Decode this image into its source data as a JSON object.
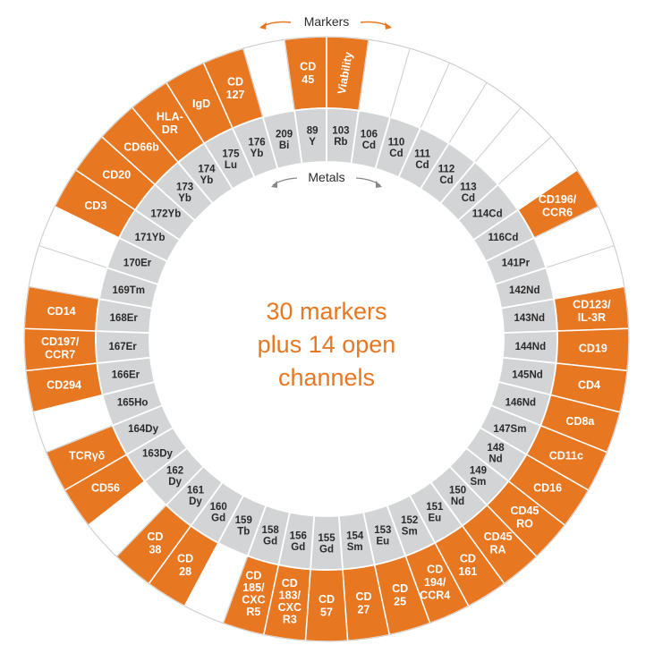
{
  "header": {
    "markers": "Markers",
    "metals": "Metals"
  },
  "center": [
    "30 markers",
    "plus 14 open",
    "channels"
  ],
  "colors": {
    "accent": "#e87722",
    "metal_ring": "#d3d4d6",
    "open_cell": "#ffffff",
    "divider": "#ffffff"
  },
  "segments": [
    {
      "metal": [
        "89",
        "Y"
      ],
      "marker": [
        "CD",
        "45"
      ]
    },
    {
      "metal": [
        "103",
        "Rb"
      ],
      "marker": [
        "Viability"
      ],
      "vertical": true
    },
    {
      "metal": [
        "106",
        "Cd"
      ],
      "marker": null
    },
    {
      "metal": [
        "110",
        "Cd"
      ],
      "marker": null
    },
    {
      "metal": [
        "111",
        "Cd"
      ],
      "marker": null
    },
    {
      "metal": [
        "112",
        "Cd"
      ],
      "marker": null
    },
    {
      "metal": [
        "113",
        "Cd"
      ],
      "marker": null
    },
    {
      "metal": [
        "114Cd"
      ],
      "marker": null
    },
    {
      "metal": [
        "116Cd"
      ],
      "marker": [
        "CD196/",
        "CCR6"
      ]
    },
    {
      "metal": [
        "141Pr"
      ],
      "marker": null
    },
    {
      "metal": [
        "142Nd"
      ],
      "marker": null
    },
    {
      "metal": [
        "143Nd"
      ],
      "marker": [
        "CD123/",
        "IL-3R"
      ]
    },
    {
      "metal": [
        "144Nd"
      ],
      "marker": [
        "CD19"
      ]
    },
    {
      "metal": [
        "145Nd"
      ],
      "marker": [
        "CD4"
      ]
    },
    {
      "metal": [
        "146Nd"
      ],
      "marker": [
        "CD8a"
      ]
    },
    {
      "metal": [
        "147Sm"
      ],
      "marker": [
        "CD11c"
      ]
    },
    {
      "metal": [
        "148",
        "Nd"
      ],
      "marker": [
        "CD16"
      ]
    },
    {
      "metal": [
        "149",
        "Sm"
      ],
      "marker": [
        "CD45",
        "RO"
      ]
    },
    {
      "metal": [
        "150",
        "Nd"
      ],
      "marker": [
        "CD45",
        "RA"
      ]
    },
    {
      "metal": [
        "151",
        "Eu"
      ],
      "marker": [
        "CD",
        "161"
      ]
    },
    {
      "metal": [
        "152",
        "Sm"
      ],
      "marker": [
        "CD",
        "194/",
        "CCR4"
      ]
    },
    {
      "metal": [
        "153",
        "Eu"
      ],
      "marker": [
        "CD",
        "25"
      ]
    },
    {
      "metal": [
        "154",
        "Sm"
      ],
      "marker": [
        "CD",
        "27"
      ]
    },
    {
      "metal": [
        "155",
        "Gd"
      ],
      "marker": [
        "CD",
        "57"
      ]
    },
    {
      "metal": [
        "156",
        "Gd"
      ],
      "marker": [
        "CD",
        "183/",
        "CXC",
        "R3"
      ]
    },
    {
      "metal": [
        "158",
        "Gd"
      ],
      "marker": [
        "CD",
        "185/",
        "CXC",
        "R5"
      ]
    },
    {
      "metal": [
        "159",
        "Tb"
      ],
      "marker": null
    },
    {
      "metal": [
        "160",
        "Gd"
      ],
      "marker": [
        "CD",
        "28"
      ]
    },
    {
      "metal": [
        "161",
        "Dy"
      ],
      "marker": [
        "CD",
        "38"
      ]
    },
    {
      "metal": [
        "162",
        "Dy"
      ],
      "marker": null
    },
    {
      "metal": [
        "163Dy"
      ],
      "marker": [
        "CD56"
      ]
    },
    {
      "metal": [
        "164Dy"
      ],
      "marker": [
        "TCRγδ"
      ]
    },
    {
      "metal": [
        "165Ho"
      ],
      "marker": null
    },
    {
      "metal": [
        "166Er"
      ],
      "marker": [
        "CD294"
      ]
    },
    {
      "metal": [
        "167Er"
      ],
      "marker": [
        "CD197/",
        "CCR7"
      ]
    },
    {
      "metal": [
        "168Er"
      ],
      "marker": [
        "CD14"
      ]
    },
    {
      "metal": [
        "169Tm"
      ],
      "marker": null
    },
    {
      "metal": [
        "170Er"
      ],
      "marker": null
    },
    {
      "metal": [
        "171Yb"
      ],
      "marker": [
        "CD3"
      ]
    },
    {
      "metal": [
        "172Yb"
      ],
      "marker": [
        "CD20"
      ]
    },
    {
      "metal": [
        "173",
        "Yb"
      ],
      "marker": [
        "CD66b"
      ]
    },
    {
      "metal": [
        "174",
        "Yb"
      ],
      "marker": [
        "HLA-",
        "DR"
      ]
    },
    {
      "metal": [
        "175",
        "Lu"
      ],
      "marker": [
        "IgD"
      ]
    },
    {
      "metal": [
        "176",
        "Yb"
      ],
      "marker": [
        "CD",
        "127"
      ]
    },
    {
      "metal": [
        "209",
        "Bi"
      ],
      "marker": null
    }
  ]
}
